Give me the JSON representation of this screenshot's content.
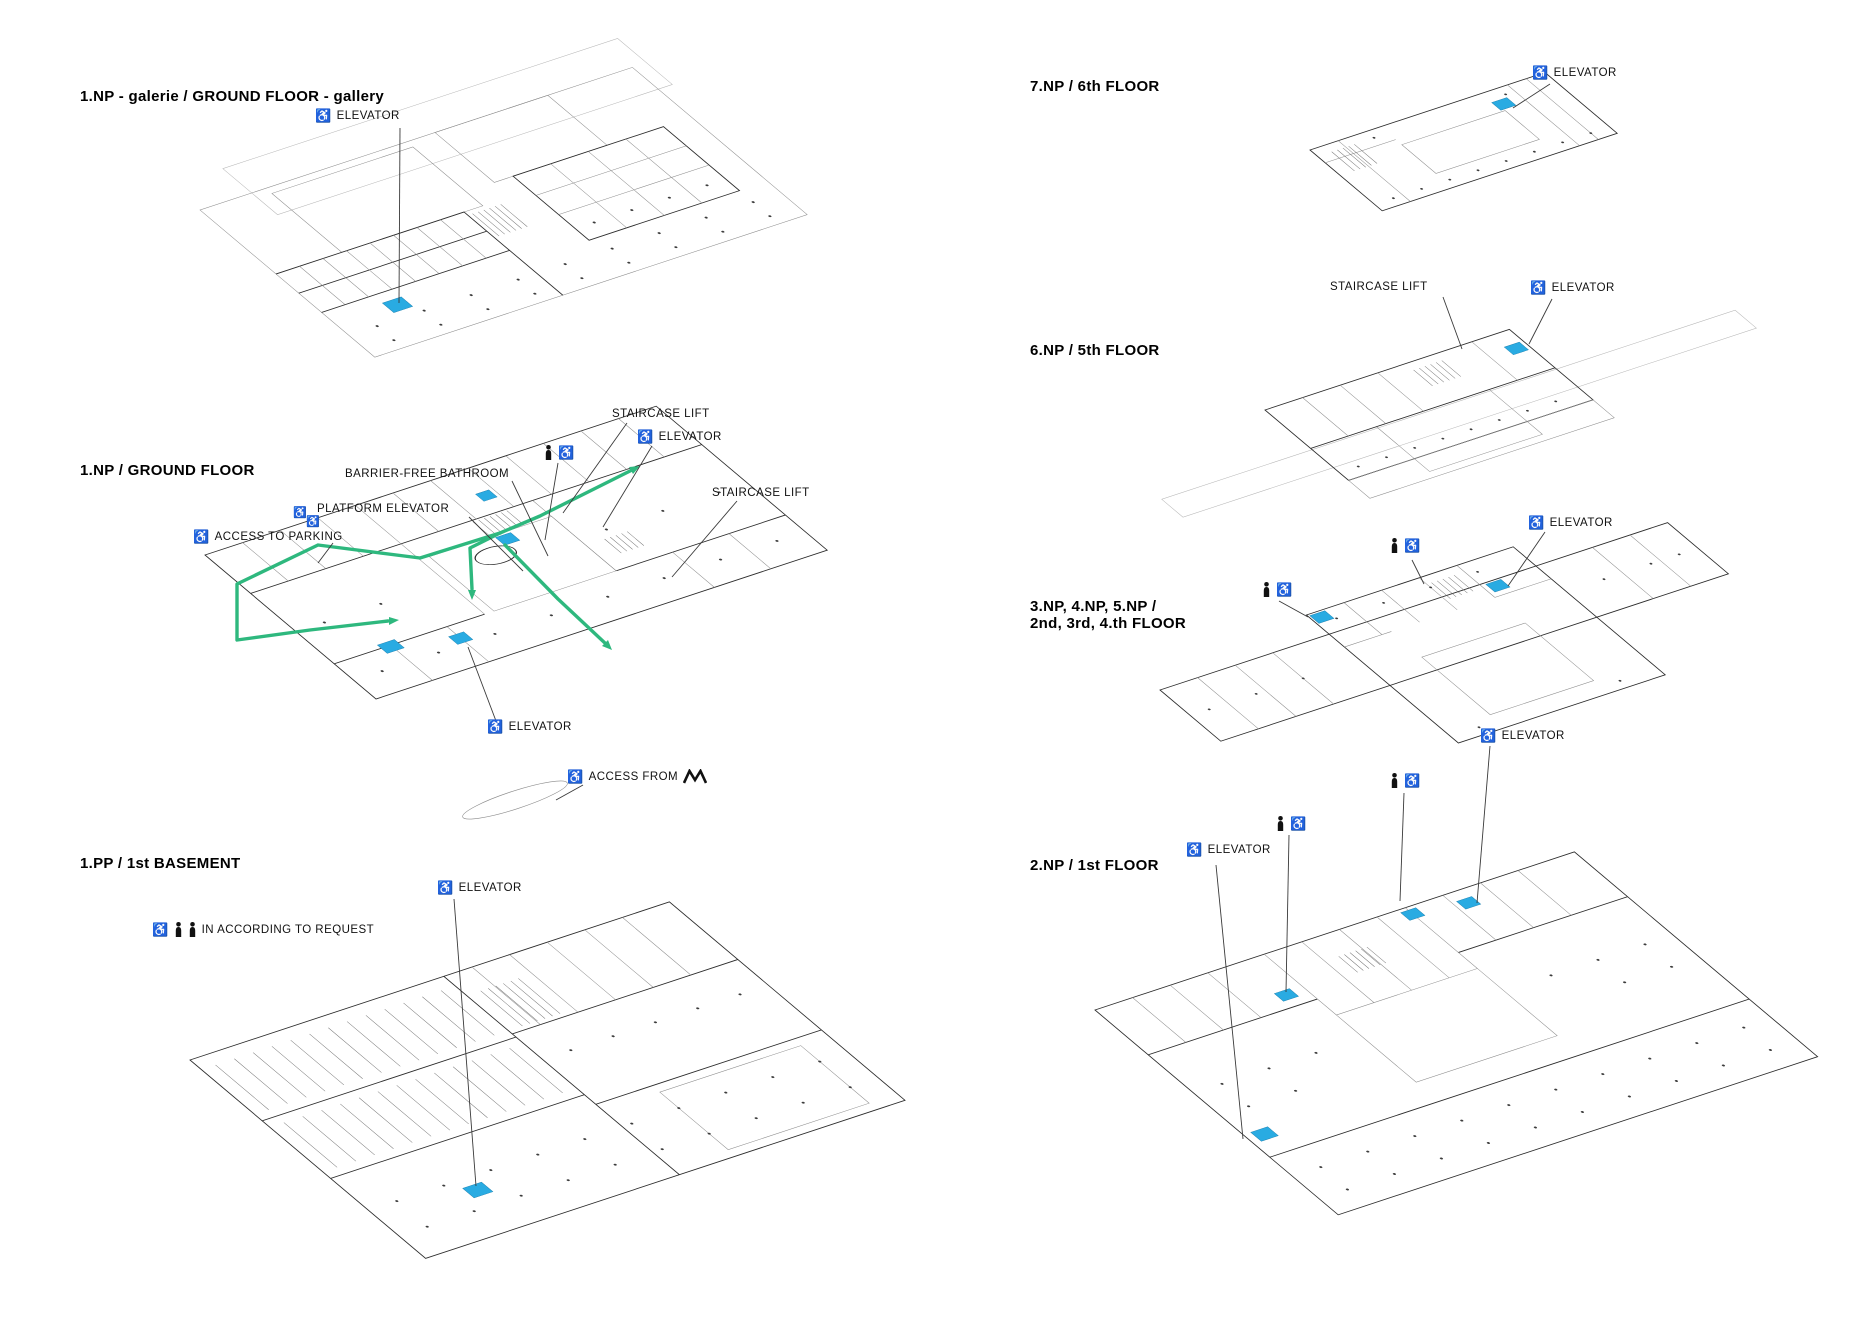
{
  "colors": {
    "accent_blue": "#29abe2",
    "route_green": "#2eb87e",
    "line_dark": "#1a1a1a",
    "background": "#ffffff"
  },
  "icons": {
    "wheelchair": "♿",
    "person": "person-icon",
    "metro": "metro-logo-icon"
  },
  "gallery": {
    "title": "1.NP - galerie / GROUND FLOOR - gallery",
    "elevator": "ELEVATOR"
  },
  "ground": {
    "title": "1.NP / GROUND FLOOR",
    "staircase_lift_top": "STAIRCASE LIFT",
    "elevator_top": "ELEVATOR",
    "barrier_free_bathroom": "BARRIER-FREE BATHROOM",
    "platform_elevator": "PLATFORM ELEVATOR",
    "access_to_parking": "ACCESS TO PARKING",
    "staircase_lift_right": "STAIRCASE LIFT",
    "elevator_center": "ELEVATOR",
    "access_from": "ACCESS FROM"
  },
  "basement": {
    "title": "1.PP / 1st BASEMENT",
    "elevator": "ELEVATOR",
    "request_note": "IN ACCORDING TO REQUEST"
  },
  "f7": {
    "title": "7.NP / 6th FLOOR",
    "elevator": "ELEVATOR"
  },
  "f6": {
    "title": "6.NP / 5th FLOOR",
    "staircase_lift": "STAIRCASE LIFT",
    "elevator": "ELEVATOR"
  },
  "f345": {
    "title_line1": "3.NP, 4.NP, 5.NP /",
    "title_line2": "2nd, 3rd, 4.th FLOOR",
    "elevator": "ELEVATOR"
  },
  "f2": {
    "title": "2.NP / 1st FLOOR",
    "elevator_top": "ELEVATOR",
    "elevator_left": "ELEVATOR"
  }
}
